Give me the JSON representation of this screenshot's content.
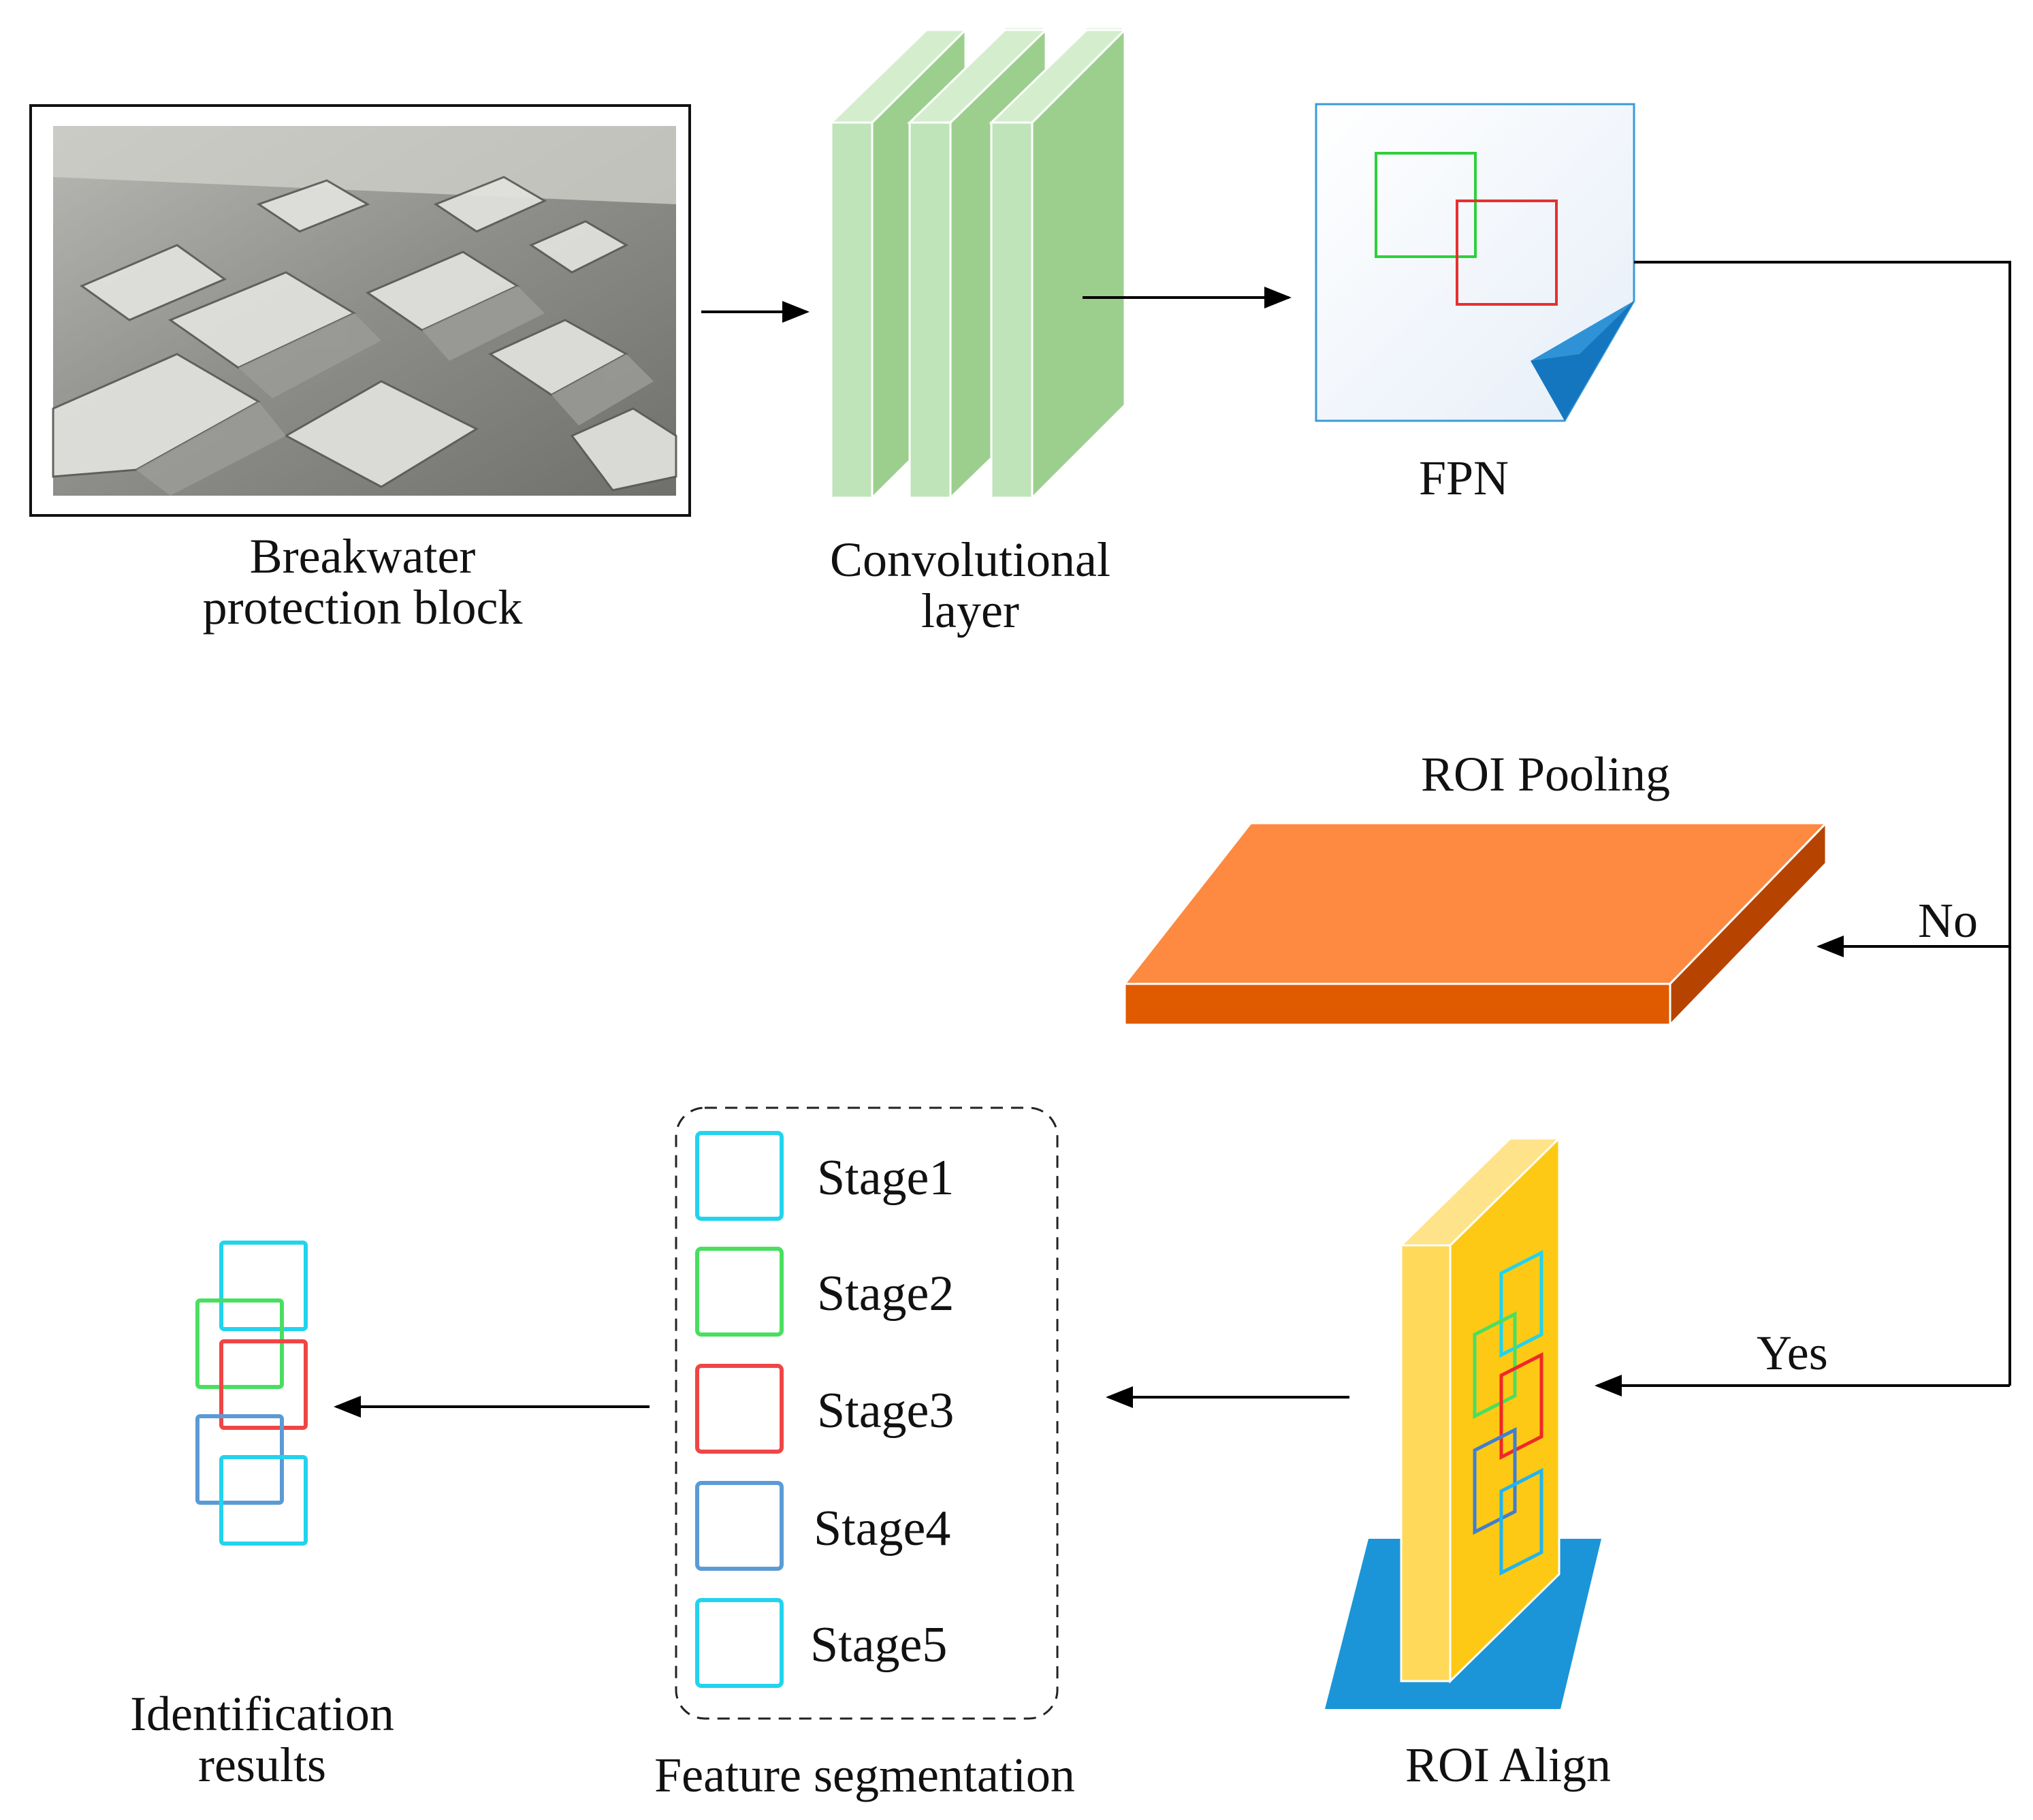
{
  "labels": {
    "input_line1": "Breakwater",
    "input_line2": "protection block",
    "conv_line1": "Convolutional",
    "conv_line2": "layer",
    "fpn": "FPN",
    "roi_pooling": "ROI Pooling",
    "no": "No",
    "yes": "Yes",
    "roi_align": "ROI Align",
    "feature_segmentation": "Feature segmentation",
    "result_line1": "Identification",
    "result_line2": "results"
  },
  "stages": [
    {
      "label": "Stage1",
      "color": "#22d3ee"
    },
    {
      "label": "Stage2",
      "color": "#4ade60"
    },
    {
      "label": "Stage3",
      "color": "#f04545"
    },
    {
      "label": "Stage4",
      "color": "#5b9bd5"
    },
    {
      "label": "Stage5",
      "color": "#22d3ee"
    }
  ],
  "colors": {
    "conv_front": "#bfe4ba",
    "conv_side": "#9ccf8d",
    "roi_pool_top": "#fd8a40",
    "roi_pool_front": "#e05a00",
    "roi_align_face": "#fdc914",
    "roi_align_edge": "#ffe070",
    "roi_align_base": "#1b95d8",
    "fpn_fold": "#1576c0"
  }
}
